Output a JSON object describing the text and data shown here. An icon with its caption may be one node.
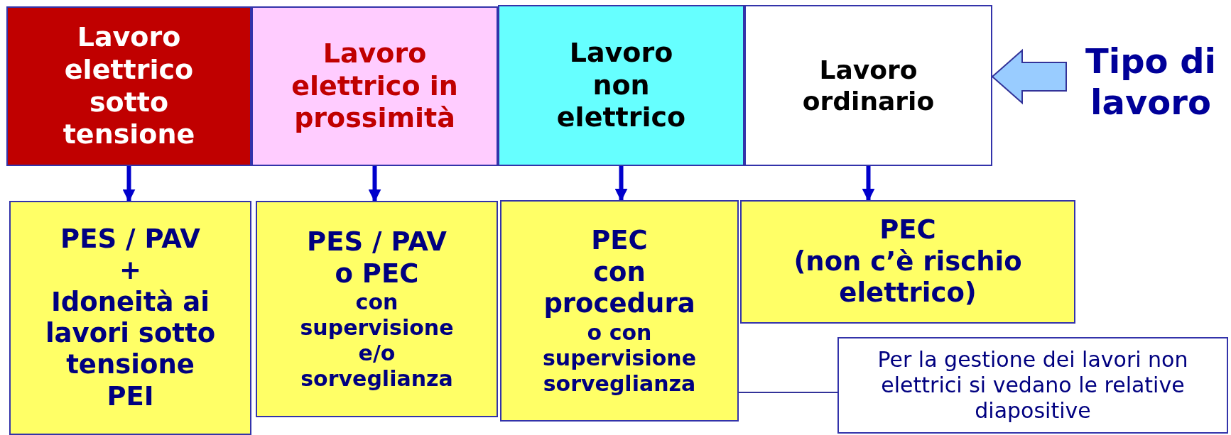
{
  "diagram": {
    "nodes": [
      {
        "text": [
          "Lavoro elettrico sotto tensione"
        ]
      },
      {
        "text": [
          "Lavoro elettrico in prossimità"
        ]
      },
      {
        "text": [
          "Lavoro non elettrico"
        ]
      },
      {
        "text": [
          "Lavoro ordinario"
        ]
      },
      {
        "text": [
          "Tipo di lavoro"
        ]
      },
      {
        "text": [
          "PES / PAV",
          "+",
          "Idoneità ai lavori sotto tensione",
          "PEI"
        ]
      },
      {
        "text": [
          "PES / PAV o PEC",
          "con supervisione e/o sorveglianza"
        ]
      },
      {
        "text": [
          "PEC",
          "con procedura",
          "o con supervisione sorveglianza"
        ]
      },
      {
        "text": [
          "PEC",
          "(non c’è rischio elettrico)"
        ]
      },
      {
        "text": [
          "Per la gestione dei lavori non elettrici si vedano le relative diapositive"
        ]
      }
    ],
    "edges": [
      {
        "from": 4,
        "to": 3,
        "arrow": "to",
        "style": "thick"
      },
      {
        "from": 0,
        "to": 5,
        "arrow": "to"
      },
      {
        "from": 1,
        "to": 6,
        "arrow": "to"
      },
      {
        "from": 2,
        "to": 7,
        "arrow": "to"
      },
      {
        "from": 3,
        "to": 8,
        "arrow": "to"
      },
      {
        "from": 7,
        "to": 9,
        "arrow": "none"
      }
    ]
  }
}
